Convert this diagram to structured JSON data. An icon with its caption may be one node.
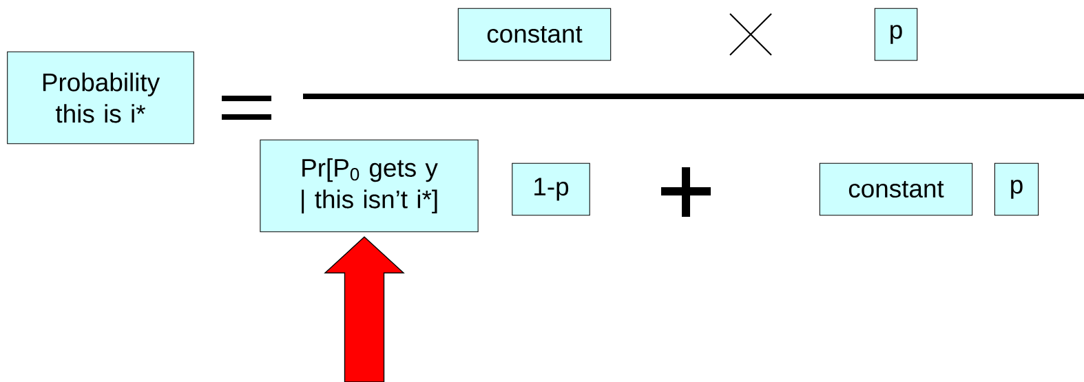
{
  "diagram": {
    "nodes": [
      {
        "text": [
          "Probability this is i*"
        ]
      },
      {
        "text": [
          "constant"
        ]
      },
      {
        "text": [
          "p"
        ]
      },
      {
        "text": [
          "Pr[P$_{0}$ gets y | this isn’t i*]"
        ]
      },
      {
        "text": [
          "1-p"
        ]
      },
      {
        "text": [
          "constant"
        ]
      },
      {
        "text": [
          "p"
        ]
      }
    ],
    "edges": [
      {
        "from": null,
        "to": 3,
        "arrow": "to",
        "color": "#ff0000"
      }
    ]
  }
}
